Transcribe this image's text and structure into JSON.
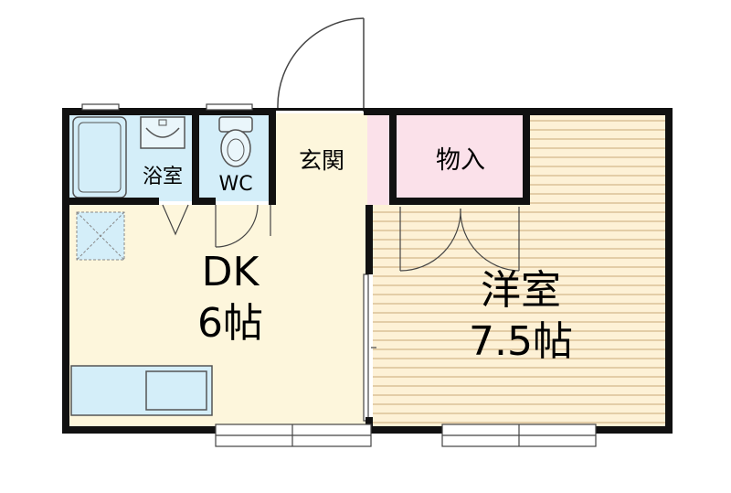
{
  "rooms": {
    "bath": "浴室",
    "wc": "WC",
    "entrance": "玄関",
    "storage": "物入",
    "dk_name": "DK",
    "dk_size": "6帖",
    "western_name": "洋室",
    "western_size": "7.5帖"
  },
  "colors": {
    "wall": "#111111",
    "dk_floor": "#fdf6dc",
    "western_floor": "#fdf1d6",
    "flooring_line": "#c9a978",
    "wet_area": "#d4eef9",
    "storage": "#fbe1ea",
    "door_line": "#444444"
  }
}
